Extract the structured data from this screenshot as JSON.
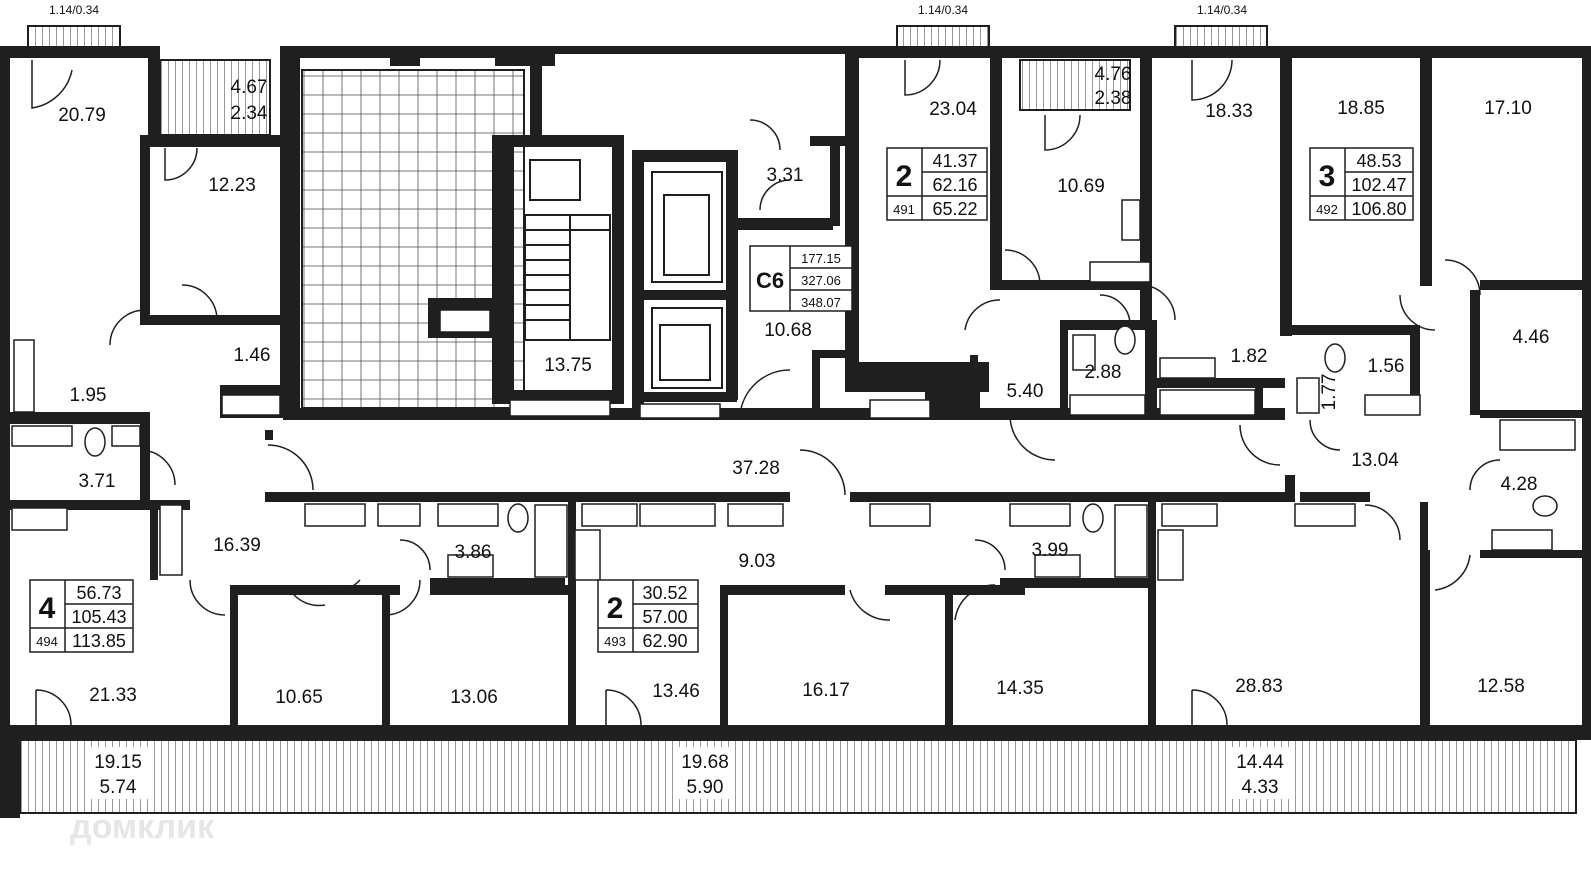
{
  "balconies_top": [
    "1.14/0.34",
    "1.14/0.34",
    "1.14/0.34"
  ],
  "loggias_top": [
    {
      "area": "4.67",
      "reduced": "2.34"
    },
    {
      "area": "4.76",
      "reduced": "2.38"
    }
  ],
  "loggias_bottom": [
    {
      "area": "19.15",
      "reduced": "5.74"
    },
    {
      "area": "19.68",
      "reduced": "5.90"
    },
    {
      "area": "14.44",
      "reduced": "4.33"
    }
  ],
  "section": {
    "label": "С6",
    "values": [
      "177.15",
      "327.06",
      "348.07"
    ]
  },
  "apartments": [
    {
      "rooms": "2",
      "living": "41.37",
      "total": "62.16",
      "number": "491",
      "full": "65.22"
    },
    {
      "rooms": "3",
      "living": "48.53",
      "total": "102.47",
      "number": "492",
      "full": "106.80"
    },
    {
      "rooms": "4",
      "living": "56.73",
      "total": "105.43",
      "number": "494",
      "full": "113.85"
    },
    {
      "rooms": "2",
      "living": "30.52",
      "total": "57.00",
      "number": "493",
      "full": "62.90"
    }
  ],
  "rooms": [
    "20.79",
    "12.23",
    "1.46",
    "1.95",
    "3.71",
    "16.39",
    "21.33",
    "10.65",
    "13.06",
    "13.75",
    "3.31",
    "10.68",
    "3.86",
    "9.03",
    "13.46",
    "16.17",
    "37.28",
    "23.04",
    "10.69",
    "5.40",
    "2.88",
    "3.99",
    "14.35",
    "18.33",
    "1.82",
    "18.85",
    "17.10",
    "1.56",
    "1.77",
    "4.46",
    "13.04",
    "4.28",
    "28.83",
    "12.58"
  ],
  "watermark": "домклик"
}
